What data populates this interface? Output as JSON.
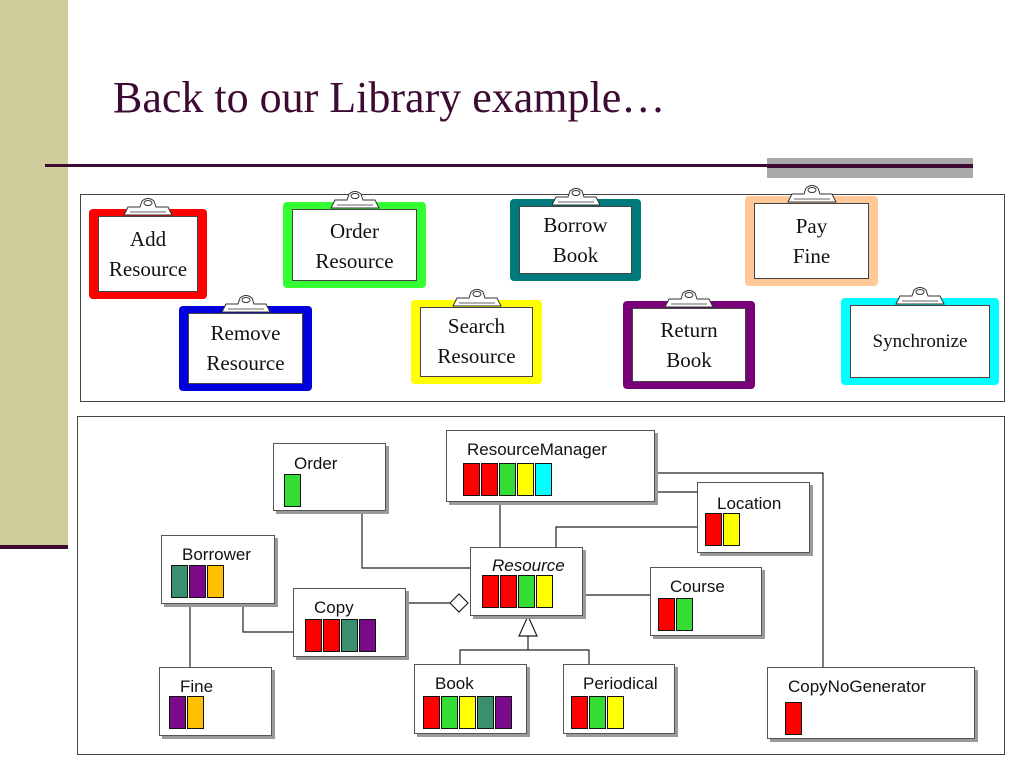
{
  "slide": {
    "title": "Back to our Library example…"
  },
  "use_cases": [
    {
      "label": [
        "Add",
        "Resource"
      ],
      "color": "#ff0000"
    },
    {
      "label": [
        "Order",
        "Resource"
      ],
      "color": "#33ff33"
    },
    {
      "label": [
        "Borrow",
        "Book"
      ],
      "color": "#007a7a"
    },
    {
      "label": [
        "Pay",
        "Fine"
      ],
      "color": "#ffc896"
    },
    {
      "label": [
        "Remove",
        "Resource"
      ],
      "color": "#0000dd"
    },
    {
      "label": [
        "Search",
        "Resource"
      ],
      "color": "#ffff00"
    },
    {
      "label": [
        "Return",
        "Book"
      ],
      "color": "#7a007a"
    },
    {
      "label": [
        "Synchronize"
      ],
      "color": "#00ffff"
    }
  ],
  "colors": {
    "red": "#ff0000",
    "green": "#33dd33",
    "yellow": "#ffff00",
    "cyan": "#00ffff",
    "teal": "#3a8f6f",
    "purple": "#7a0a8a",
    "orange": "#ffc000"
  },
  "classes": {
    "order": {
      "name": "Order",
      "swatches": [
        "green"
      ]
    },
    "resource_manager": {
      "name": "ResourceManager",
      "swatches": [
        "red",
        "red",
        "green",
        "yellow",
        "cyan"
      ]
    },
    "location": {
      "name": "Location",
      "swatches": [
        "red",
        "yellow"
      ]
    },
    "borrower": {
      "name": "Borrower",
      "swatches": [
        "teal",
        "purple",
        "orange"
      ]
    },
    "resource": {
      "name": "Resource",
      "swatches": [
        "red",
        "red",
        "green",
        "yellow"
      ]
    },
    "course": {
      "name": "Course",
      "swatches": [
        "red",
        "green"
      ]
    },
    "copy": {
      "name": "Copy",
      "swatches": [
        "red",
        "red",
        "teal",
        "purple"
      ]
    },
    "fine": {
      "name": "Fine",
      "swatches": [
        "purple",
        "orange"
      ]
    },
    "book": {
      "name": "Book",
      "swatches": [
        "red",
        "green",
        "yellow",
        "teal",
        "purple"
      ]
    },
    "periodical": {
      "name": "Periodical",
      "swatches": [
        "red",
        "green",
        "yellow"
      ]
    },
    "copy_no_generator": {
      "name": "CopyNoGenerator",
      "swatches": [
        "red"
      ]
    }
  }
}
